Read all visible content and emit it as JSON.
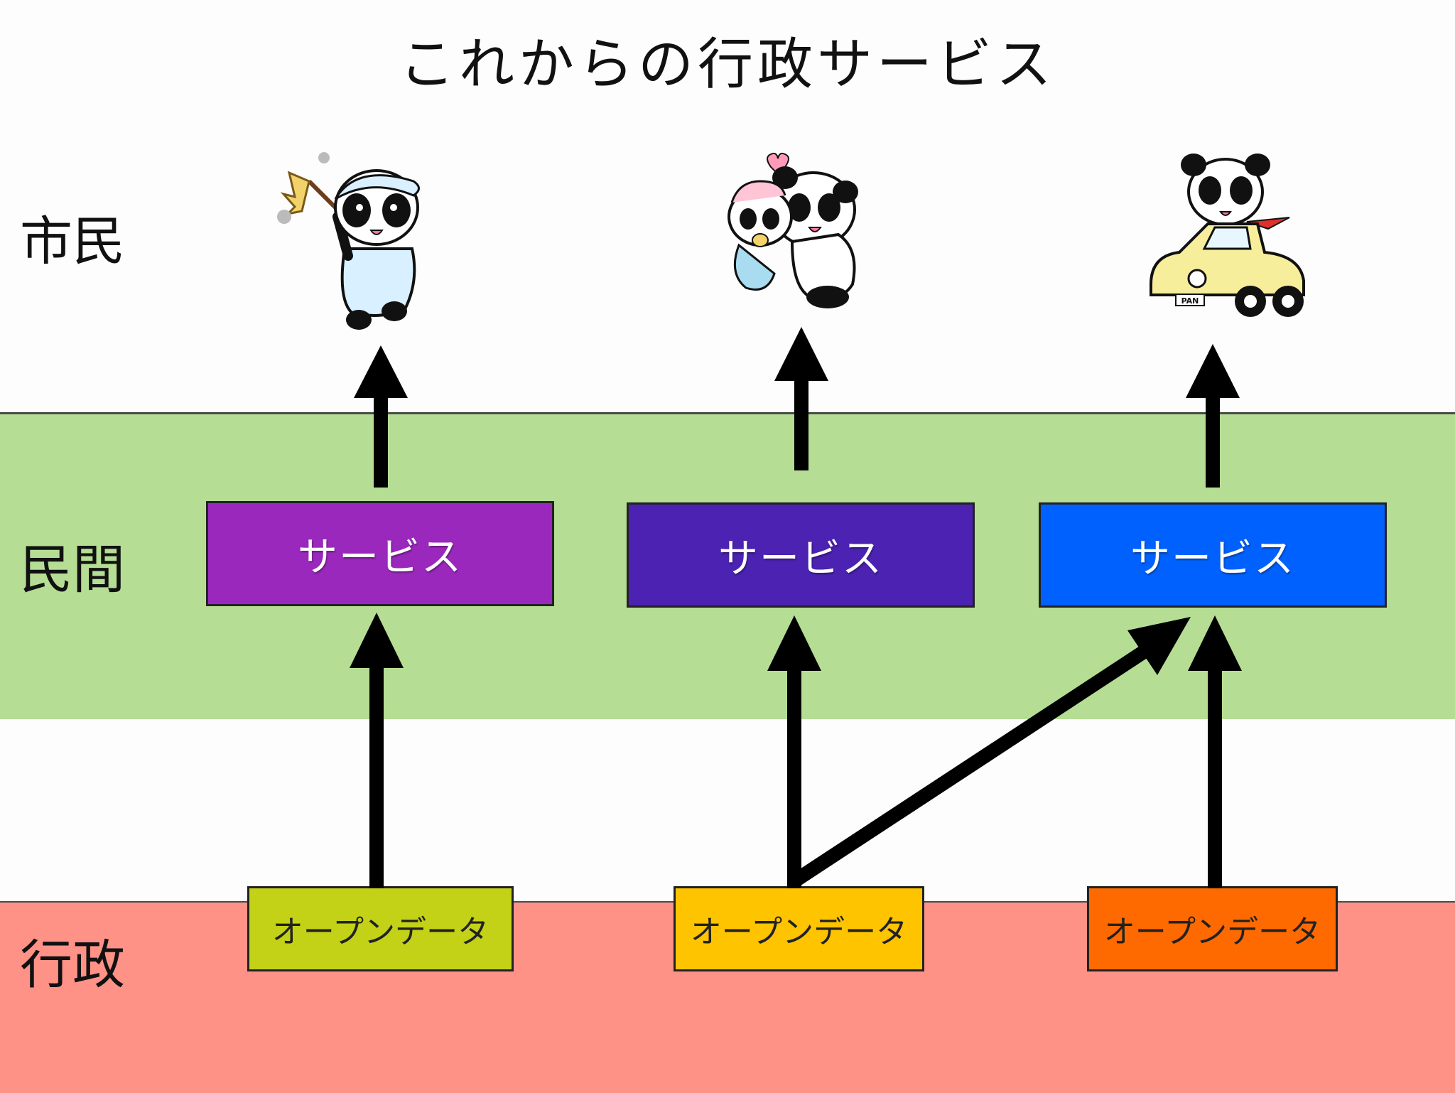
{
  "title": "これからの行政サービス",
  "rows": {
    "citizens": "市民",
    "private": "民間",
    "government": "行政"
  },
  "services": [
    {
      "label": "サービス",
      "color": "#9a28bd"
    },
    {
      "label": "サービス",
      "color": "#4b22b2"
    },
    {
      "label": "サービス",
      "color": "#0061fe"
    }
  ],
  "open_data": [
    {
      "label": "オープンデータ",
      "color": "#c3d217"
    },
    {
      "label": "オープンデータ",
      "color": "#ffc400"
    },
    {
      "label": "オープンデータ",
      "color": "#ff6a00"
    }
  ],
  "illustrations": [
    {
      "icon": "panda-cleaning-icon"
    },
    {
      "icon": "panda-holding-baby-icon"
    },
    {
      "icon": "panda-driving-car-icon"
    }
  ],
  "car_plate": "PAN",
  "colors": {
    "citizens_band": "#fdfdfd",
    "private_band": "#b5de94",
    "government_band": "#ff9287",
    "arrow": "#000000"
  }
}
